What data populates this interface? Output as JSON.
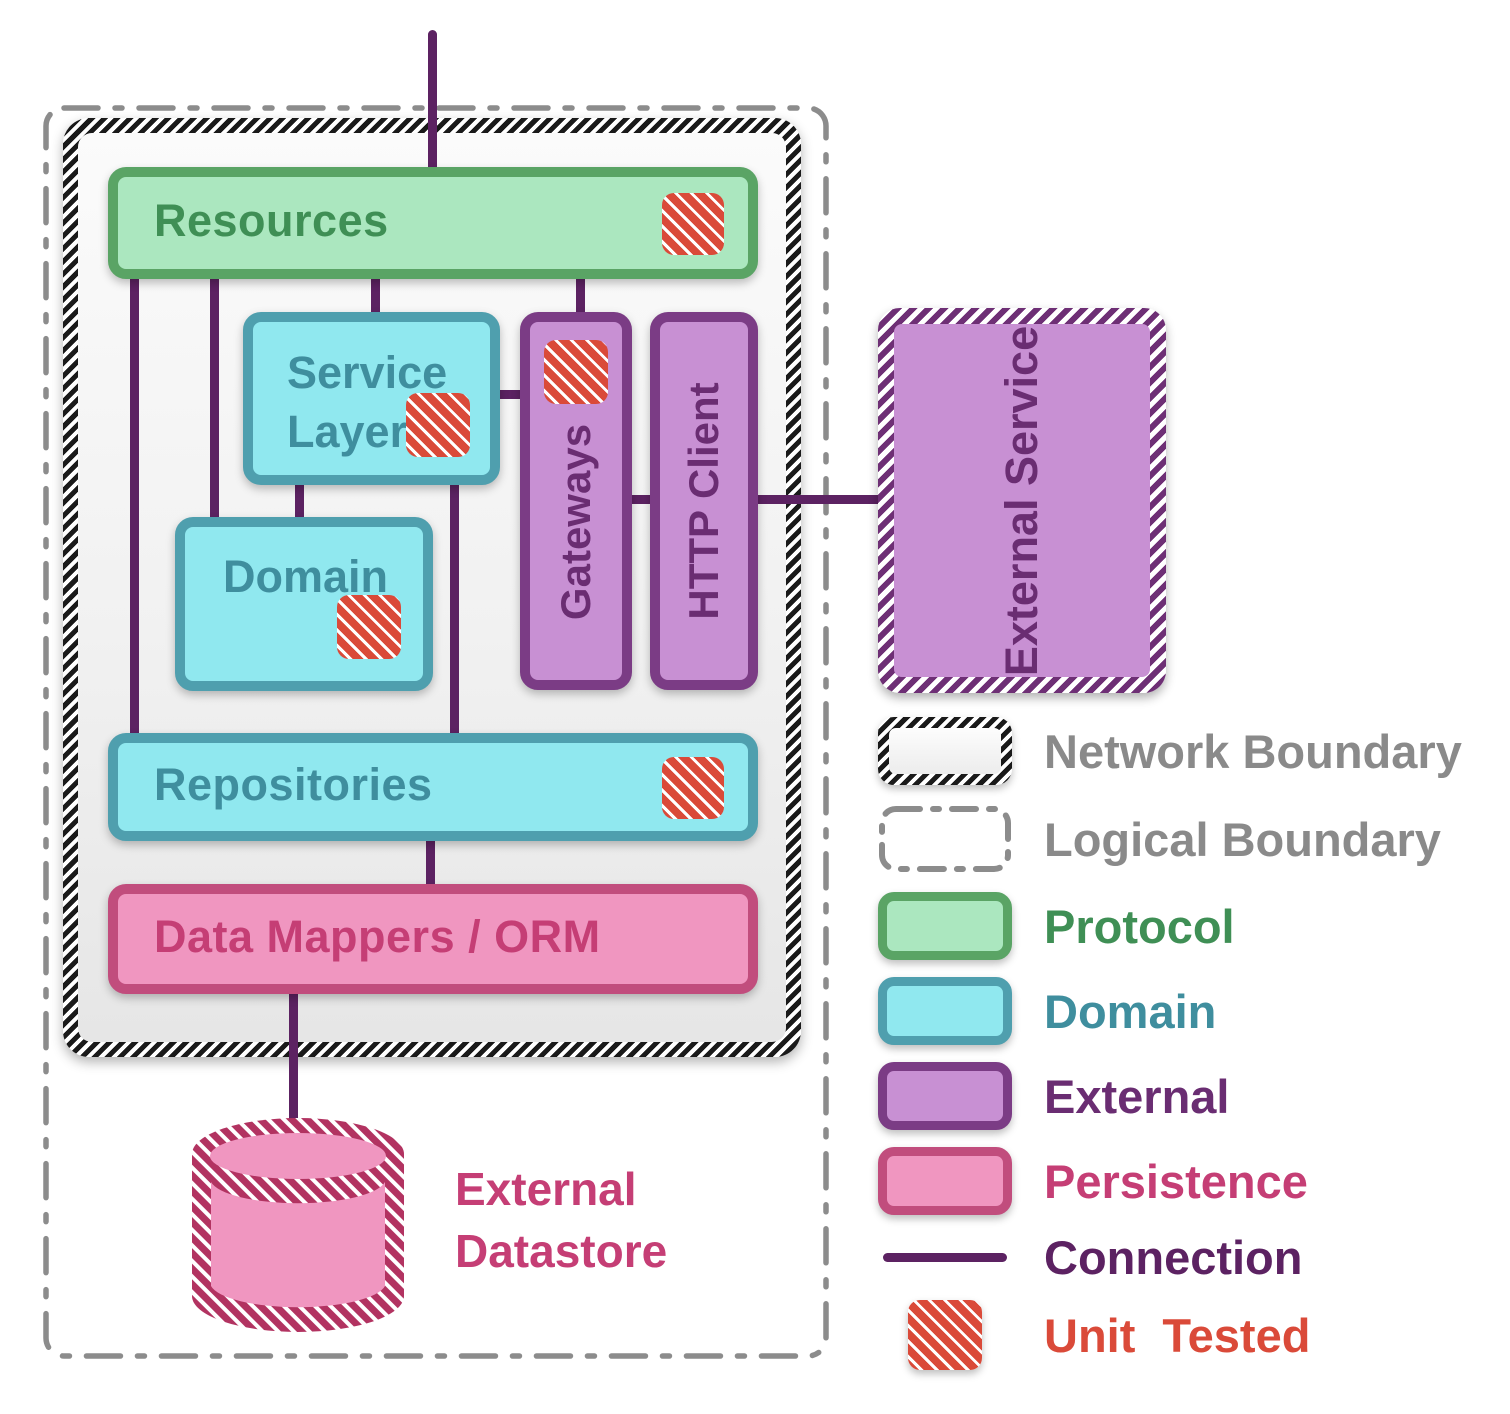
{
  "diagram": {
    "nodes": {
      "resources": {
        "label": "Resources"
      },
      "service_layer": {
        "label": "Service Layer"
      },
      "domain": {
        "label": "Domain"
      },
      "gateways": {
        "label": "Gateways"
      },
      "http_client": {
        "label": "HTTP Client"
      },
      "repositories": {
        "label": "Repositories"
      },
      "data_mappers": {
        "label": "Data Mappers / ORM"
      },
      "external_service": {
        "label": "External Service"
      },
      "external_datastore": {
        "label": "External\nDatastore"
      }
    }
  },
  "legend": {
    "network_boundary": "Network Boundary",
    "logical_boundary": "Logical Boundary",
    "protocol": "Protocol",
    "domain": "Domain",
    "external": "External",
    "persistence": "Persistence",
    "connection": "Connection",
    "unit_tested": "Unit Tested"
  },
  "colors": {
    "protocol_border": "#5aa465",
    "protocol_fill": "#abe7bf",
    "protocol_text": "#3f8f55",
    "domain_border": "#4f9fae",
    "domain_fill": "#90e8ef",
    "domain_text": "#3f8e9e",
    "external_border": "#7b3c85",
    "external_fill": "#c890d3",
    "external_text": "#6a2d72",
    "persistence_border": "#c14d7d",
    "persistence_fill": "#f096c0",
    "persistence_text": "#c53e75",
    "connection": "#5c2262",
    "unit_tested": "#da4a39",
    "boundary_gray": "#8c8c8c",
    "legend_gray": "#8a8a8a",
    "datastore_hatch": "#b23361"
  }
}
